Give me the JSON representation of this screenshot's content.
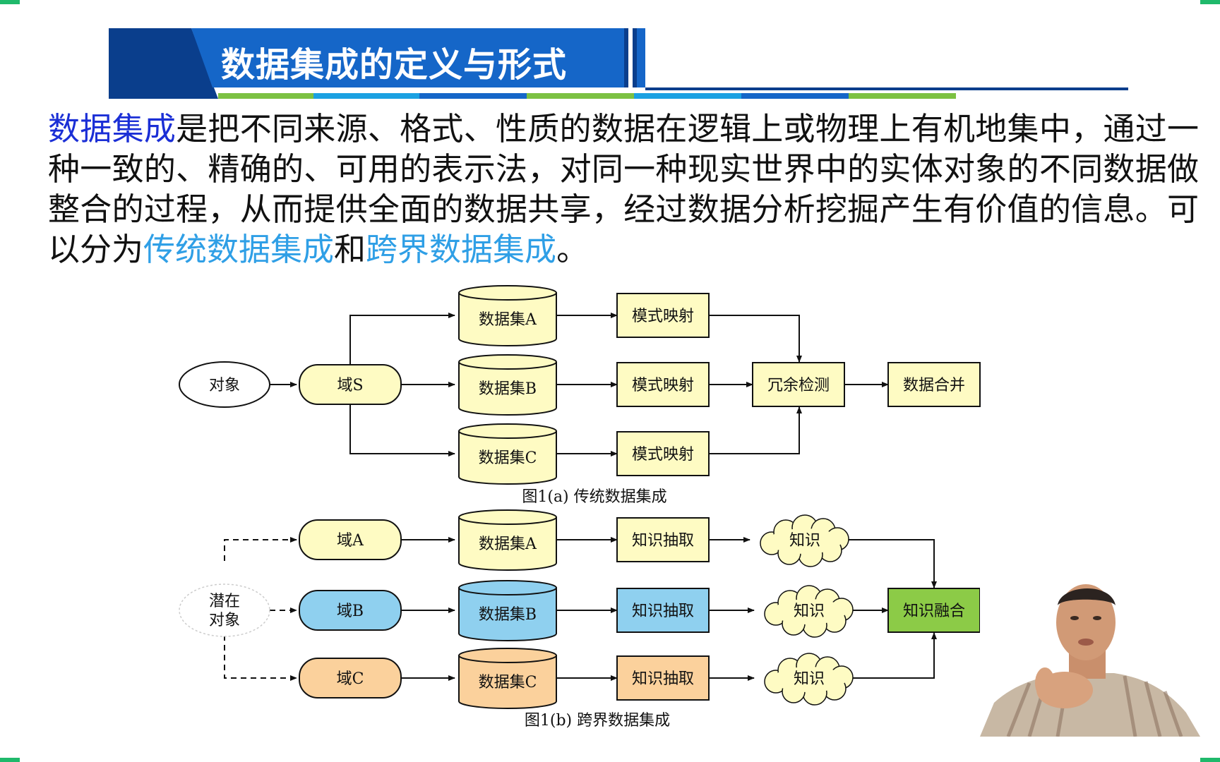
{
  "slide": {
    "title": "数据集成的定义与形式",
    "paragraph": {
      "term": "数据集成",
      "text_main": "是把不同来源、格式、性质的数据在逻辑上或物理上有机地集中，通过一种一致的、精确的、可用的表示法，对同一种现实世界中的实体对象的不同数据做整合的过程，从而提供全面的数据共享，经过数据分析挖掘产生有价值的信息。可以分为",
      "form1": "传统数据集成",
      "conj": "和",
      "form2": "跨界数据集成",
      "end": "。"
    }
  },
  "diagram_a": {
    "object": "对象",
    "domain": "域S",
    "datasets": [
      "数据集A",
      "数据集B",
      "数据集C"
    ],
    "mappings": [
      "模式映射",
      "模式映射",
      "模式映射"
    ],
    "redundancy": "冗余检测",
    "merge": "数据合并",
    "caption": "图1(a) 传统数据集成"
  },
  "diagram_b": {
    "object": "潜在对象",
    "object_lines": [
      "潜在",
      "对象"
    ],
    "domains": [
      "域A",
      "域B",
      "域C"
    ],
    "datasets": [
      "数据集A",
      "数据集B",
      "数据集C"
    ],
    "extractions": [
      "知识抽取",
      "知识抽取",
      "知识抽取"
    ],
    "knowledge": [
      "知识",
      "知识",
      "知识"
    ],
    "fusion": "知识融合",
    "caption": "图1(b) 跨界数据集成"
  },
  "colors": {
    "banner_dark": "#0a3e8c",
    "banner_mid": "#1566c8",
    "yellow_fill": "#fefbc3",
    "blue_fill": "#8fd0ef",
    "orange_fill": "#fbd19c",
    "green_fill": "#8ccb47",
    "term_color": "#1b2fd6",
    "form_color": "#2f9fe6"
  }
}
